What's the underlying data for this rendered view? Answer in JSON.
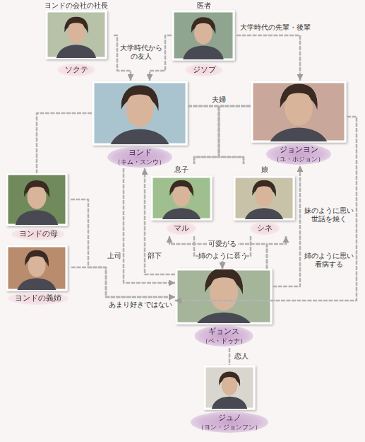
{
  "diagram": {
    "nodes": [
      {
        "text": [
          "ヨンドの会社の社長",
          "ソクテ"
        ]
      },
      {
        "text": [
          "医者",
          "ジソプ"
        ]
      },
      {
        "text": [
          "ヨンド",
          "（キム・スンウ）"
        ]
      },
      {
        "text": [
          "ジョンヨン",
          "（ユ・ホジョン）"
        ]
      },
      {
        "text": [
          "ヨンドの母"
        ]
      },
      {
        "text": [
          "ヨンドの義姉"
        ]
      },
      {
        "text": [
          "息子",
          "マル"
        ]
      },
      {
        "text": [
          "娘",
          "シネ"
        ]
      },
      {
        "text": [
          "ギョンス",
          "（ペ・ドゥナ）"
        ]
      },
      {
        "text": [
          "ジュノ",
          "（ヨン・ジョンフン）"
        ]
      }
    ],
    "edges": [
      {
        "from": 0,
        "to": 2,
        "label": "大学時代からの友人",
        "arrow": "to"
      },
      {
        "from": 1,
        "to": 2,
        "arrow": "to"
      },
      {
        "from": 1,
        "to": 3,
        "label": "大学時代の先輩・後輩",
        "arrow": "to"
      },
      {
        "from": 2,
        "to": 3,
        "label": "夫婦",
        "arrow": "none"
      },
      {
        "from": 2,
        "to": 6,
        "arrow": "none"
      },
      {
        "from": 2,
        "to": 7,
        "arrow": "none"
      },
      {
        "from": 3,
        "to": 6,
        "arrow": "none"
      },
      {
        "from": 3,
        "to": 7,
        "arrow": "none"
      },
      {
        "from": 2,
        "to": 4,
        "arrow": "none"
      },
      {
        "from": 4,
        "to": 8,
        "label": "あまり好きではない",
        "arrow": "to"
      },
      {
        "from": 5,
        "to": 8,
        "arrow": "to"
      },
      {
        "from": 2,
        "to": 8,
        "label": "上司",
        "arrow": "to"
      },
      {
        "from": 8,
        "to": 2,
        "label": "部下",
        "arrow": "to"
      },
      {
        "from": 8,
        "to": 6,
        "label": "可愛がる",
        "arrow": "to"
      },
      {
        "from": 8,
        "to": 7,
        "arrow": "to"
      },
      {
        "from": 6,
        "to": 8,
        "label": "姉のように慕う",
        "arrow": "to"
      },
      {
        "from": 7,
        "to": 8,
        "arrow": "to"
      },
      {
        "from": 3,
        "to": 8,
        "label": "妹のように思い世話を焼く",
        "arrow": "to"
      },
      {
        "from": 8,
        "to": 3,
        "label": "姉のように思い看病する",
        "arrow": "to"
      },
      {
        "from": 8,
        "to": 9,
        "label": "恋人",
        "arrow": "none"
      }
    ]
  }
}
